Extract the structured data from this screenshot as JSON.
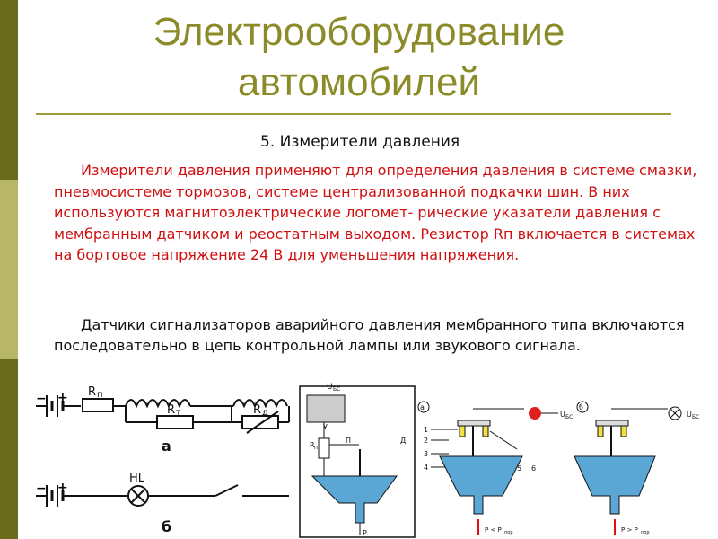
{
  "slide": {
    "title_line1": "Электрооборудование",
    "title_line2": "автомобилей",
    "subtitle": "5. Измерители давления",
    "paragraph1": "Измерители давления применяют для определения давления в системе смазки, пневмосистеме тормозов, системе централизованной подкачки шин. В них используются магнитоэлектрические логомет- рические указатели давления с мембранным датчиком и реостатным выходом. Резистор Rп включается в системах на бортовое напряжение 24 В для уменьшения напряжения.",
    "paragraph2": "Датчики сигнализаторов аварийного давления мембранного типа включаются последовательно в цепь контрольной лампы или звукового сигнала."
  },
  "figure": {
    "circuit_a": {
      "minus": "−",
      "plus": "+",
      "labels": [
        "R",
        "п",
        "R",
        "т",
        "R",
        "д"
      ],
      "caption": "а"
    },
    "circuit_b": {
      "minus": "−",
      "plus": "+",
      "lamp": "HL",
      "caption": "б"
    },
    "gauge": {
      "top_label": "U",
      "top_label_sub": "БС",
      "scale": "У",
      "resistor": "R",
      "resistor_sub": "п",
      "membrane_label": "П",
      "corner_label": "Д",
      "pressure": "P"
    },
    "sensor_a": {
      "letter": "а",
      "voltage": "U",
      "voltage_sub": "БС",
      "callouts": [
        "1",
        "2",
        "3",
        "4"
      ],
      "bottom_callouts": [
        "5",
        "6"
      ],
      "pressure": "P < P",
      "pressure_sub": "пор"
    },
    "sensor_b": {
      "letter": "б",
      "voltage": "U",
      "voltage_sub": "БС",
      "pressure": "P > P",
      "pressure_sub": "пор"
    }
  },
  "colors": {
    "title": "#8b8b2a",
    "rule": "#9c9c3a",
    "sidebar": [
      "#6b6b1e",
      "#b7b767",
      "#6b6b1e",
      "#b7b767"
    ],
    "red_text": "#d01010",
    "sensor_fluid": "#5aa7d6",
    "lamp_red": "#e02020",
    "pin_yellow": "#f0e040",
    "arrow_red": "#e01010"
  }
}
